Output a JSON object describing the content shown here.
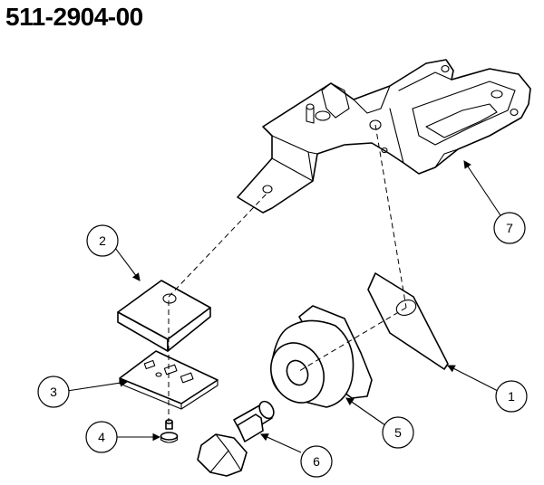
{
  "title": "511-2904-00",
  "callouts": [
    {
      "id": "1",
      "label": "1"
    },
    {
      "id": "2",
      "label": "2"
    },
    {
      "id": "3",
      "label": "3"
    },
    {
      "id": "4",
      "label": "4"
    },
    {
      "id": "5",
      "label": "5"
    },
    {
      "id": "6",
      "label": "6"
    },
    {
      "id": "7",
      "label": "7"
    }
  ]
}
